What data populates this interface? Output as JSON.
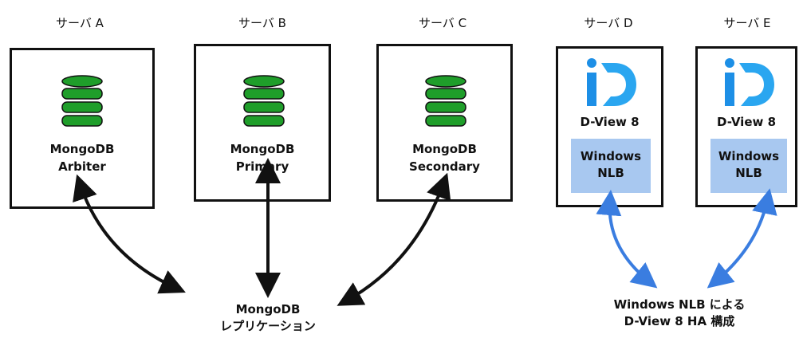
{
  "servers": [
    {
      "name": "サーバ A",
      "role_line1": "MongoDB",
      "role_line2": "Arbiter"
    },
    {
      "name": "サーバ B",
      "role_line1": "MongoDB",
      "role_line2": "Primary"
    },
    {
      "name": "サーバ C",
      "role_line1": "MongoDB",
      "role_line2": "Secondary"
    },
    {
      "name": "サーバ D",
      "app": "D-View 8",
      "nlb_line1": "Windows",
      "nlb_line2": "NLB"
    },
    {
      "name": "サーバ E",
      "app": "D-View 8",
      "nlb_line1": "Windows",
      "nlb_line2": "NLB"
    }
  ],
  "replication": {
    "line1": "MongoDB",
    "line2": "レプリケーション"
  },
  "nlb_ha": {
    "line1": "Windows NLB による",
    "line2": "D-View 8 HA 構成"
  },
  "colors": {
    "db_green": "#1f9e2a",
    "nlb_fill": "#a8c8f0",
    "arrow_black": "#111111",
    "arrow_blue": "#3a7de0",
    "logo_blue": "#1d8fe6"
  }
}
